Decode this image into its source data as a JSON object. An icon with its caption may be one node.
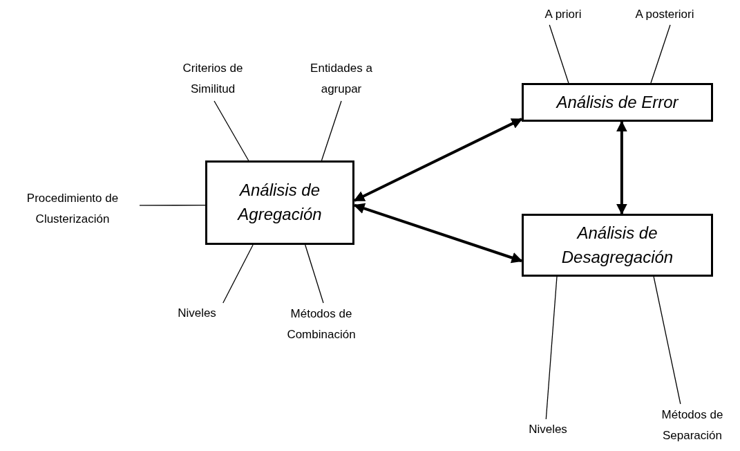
{
  "diagram": {
    "nodes": [
      {
        "text": [
          "Análisis de Agregación"
        ]
      },
      {
        "text": [
          "Análisis de Error"
        ]
      },
      {
        "text": [
          "Análisis de Desagregación"
        ]
      },
      {
        "text": [
          "Criterios de Similitud"
        ]
      },
      {
        "text": [
          "Entidades a agrupar"
        ]
      },
      {
        "text": [
          "Procedimiento de Clusterización"
        ]
      },
      {
        "text": [
          "Niveles"
        ]
      },
      {
        "text": [
          "Métodos de Combinación"
        ]
      },
      {
        "text": [
          "A priori"
        ]
      },
      {
        "text": [
          "A posteriori"
        ]
      },
      {
        "text": [
          "Niveles"
        ]
      },
      {
        "text": [
          "Métodos de Separación"
        ]
      }
    ],
    "edges": [
      {
        "from": 0,
        "to": 1,
        "arrow": "both",
        "style": "thick"
      },
      {
        "from": 0,
        "to": 2,
        "arrow": "both",
        "style": "thick"
      },
      {
        "from": 1,
        "to": 2,
        "arrow": "both",
        "style": "thick"
      },
      {
        "from": 3,
        "to": 0,
        "arrow": "none"
      },
      {
        "from": 4,
        "to": 0,
        "arrow": "none"
      },
      {
        "from": 5,
        "to": 0,
        "arrow": "none"
      },
      {
        "from": 6,
        "to": 0,
        "arrow": "none"
      },
      {
        "from": 7,
        "to": 0,
        "arrow": "none"
      },
      {
        "from": 8,
        "to": 1,
        "arrow": "none"
      },
      {
        "from": 9,
        "to": 1,
        "arrow": "none"
      },
      {
        "from": 10,
        "to": 2,
        "arrow": "none"
      },
      {
        "from": 11,
        "to": 2,
        "arrow": "none"
      }
    ]
  }
}
